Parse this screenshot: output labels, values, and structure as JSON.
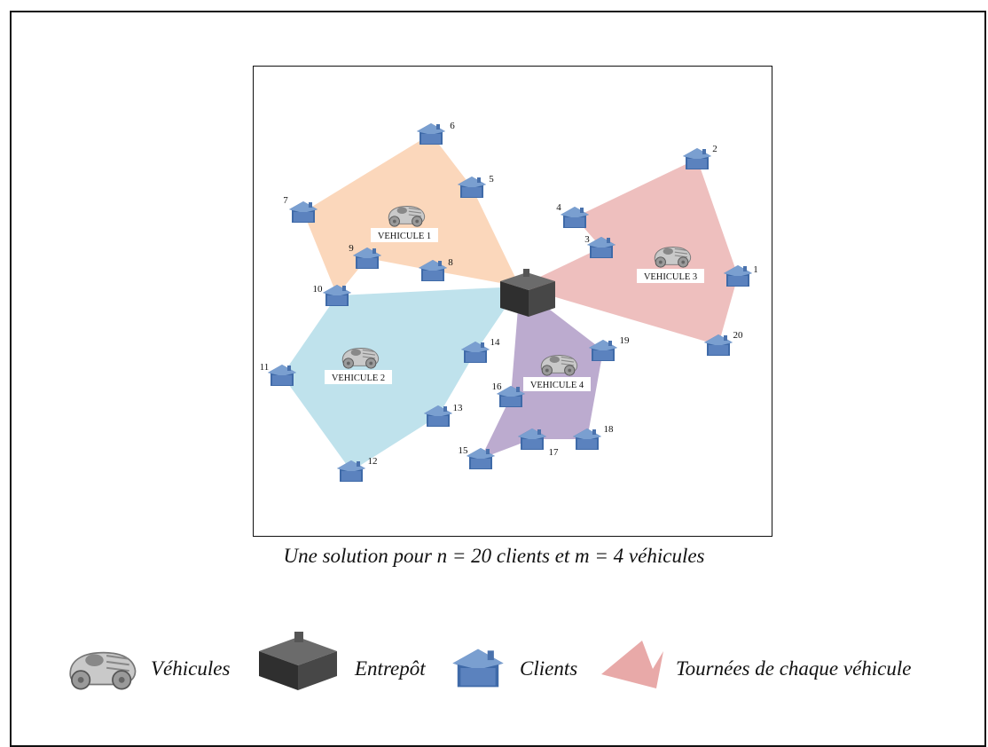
{
  "diagram": {
    "clients": [
      {
        "id": "1",
        "label": "1"
      },
      {
        "id": "2",
        "label": "2"
      },
      {
        "id": "3",
        "label": "3"
      },
      {
        "id": "4",
        "label": "4"
      },
      {
        "id": "5",
        "label": "5"
      },
      {
        "id": "6",
        "label": "6"
      },
      {
        "id": "7",
        "label": "7"
      },
      {
        "id": "8",
        "label": "8"
      },
      {
        "id": "9",
        "label": "9"
      },
      {
        "id": "10",
        "label": "10"
      },
      {
        "id": "11",
        "label": "11"
      },
      {
        "id": "12",
        "label": "12"
      },
      {
        "id": "13",
        "label": "13"
      },
      {
        "id": "14",
        "label": "14"
      },
      {
        "id": "15",
        "label": "15"
      },
      {
        "id": "16",
        "label": "16"
      },
      {
        "id": "17",
        "label": "17"
      },
      {
        "id": "18",
        "label": "18"
      },
      {
        "id": "19",
        "label": "19"
      },
      {
        "id": "20",
        "label": "20"
      }
    ],
    "vehicles": [
      {
        "id": "v1",
        "label": "VEHICULE 1",
        "color": "#f9c9a4",
        "clients": [
          "5",
          "6",
          "7",
          "9",
          "10",
          "8"
        ]
      },
      {
        "id": "v2",
        "label": "VEHICULE 2",
        "color": "#a9d8e6",
        "clients": [
          "10",
          "11",
          "12",
          "13",
          "14"
        ]
      },
      {
        "id": "v3",
        "label": "VEHICULE 3",
        "color": "#e8a9a8",
        "clients": [
          "1",
          "2",
          "3",
          "4",
          "20"
        ]
      },
      {
        "id": "v4",
        "label": "VEHICULE 4",
        "color": "#a58fbf",
        "clients": [
          "14",
          "15",
          "16",
          "17",
          "18",
          "19"
        ]
      }
    ]
  },
  "colors": {
    "client": "#5b7fb8",
    "depot": "#3a3a3a",
    "vehicle": "#b8b8b8"
  },
  "caption": "Une solution pour n = 20 clients et m = 4 véhicules",
  "legend": {
    "vehicles_label": "Véhicules",
    "depot_label": "Entrepôt",
    "clients_label": "Clients",
    "tours_label": "Tournées de chaque véhicule",
    "icons": [
      "vehicle-icon",
      "depot-icon",
      "client-icon",
      "tour-region-icon"
    ]
  }
}
